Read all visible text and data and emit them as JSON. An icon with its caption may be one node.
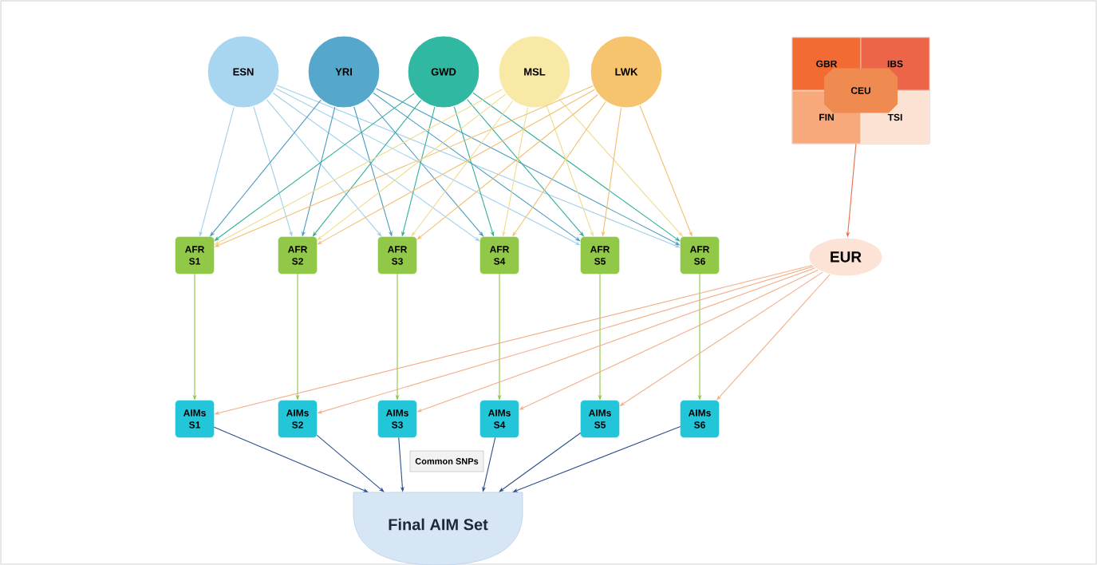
{
  "diagram": {
    "nodes": [
      {
        "text": [
          "ESN"
        ]
      },
      {
        "text": [
          "YRI"
        ]
      },
      {
        "text": [
          "GWD"
        ]
      },
      {
        "text": [
          "MSL"
        ]
      },
      {
        "text": [
          "LWK"
        ]
      },
      {
        "text": [],
        "shape": "box"
      },
      {
        "text": [
          "GBR"
        ],
        "in": 5
      },
      {
        "text": [
          "IBS"
        ],
        "in": 5
      },
      {
        "text": [
          "CEU"
        ],
        "in": 5
      },
      {
        "text": [
          "FIN"
        ],
        "in": 5
      },
      {
        "text": [
          "TSI"
        ],
        "in": 5
      },
      {
        "text": [
          "EUR"
        ]
      },
      {
        "text": [
          "AFR S1"
        ]
      },
      {
        "text": [
          "AFR S2"
        ]
      },
      {
        "text": [
          "AFR S3"
        ]
      },
      {
        "text": [
          "AFR S4"
        ]
      },
      {
        "text": [
          "AFR S5"
        ]
      },
      {
        "text": [
          "AFR S6"
        ]
      },
      {
        "text": [
          "AIMs S1"
        ]
      },
      {
        "text": [
          "AIMs S2"
        ]
      },
      {
        "text": [
          "AIMs S3"
        ]
      },
      {
        "text": [
          "AIMs S4"
        ]
      },
      {
        "text": [
          "AIMs S5"
        ]
      },
      {
        "text": [
          "AIMs S6"
        ]
      },
      {
        "text": [
          "Common SNPs"
        ]
      },
      {
        "text": [
          "Final AIM Set"
        ]
      }
    ],
    "edges": [
      {
        "from": 0,
        "to": 12,
        "arrow": "to",
        "color": "#9fd0ea"
      },
      {
        "from": 0,
        "to": 13,
        "arrow": "to",
        "color": "#9fd0ea"
      },
      {
        "from": 0,
        "to": 14,
        "arrow": "to",
        "color": "#9fd0ea"
      },
      {
        "from": 0,
        "to": 15,
        "arrow": "to",
        "color": "#9fd0ea"
      },
      {
        "from": 0,
        "to": 16,
        "arrow": "to",
        "color": "#9fd0ea"
      },
      {
        "from": 0,
        "to": 17,
        "arrow": "to",
        "color": "#9fd0ea"
      },
      {
        "from": 1,
        "to": 12,
        "arrow": "to",
        "color": "#4a9cc0"
      },
      {
        "from": 1,
        "to": 13,
        "arrow": "to",
        "color": "#4a9cc0"
      },
      {
        "from": 1,
        "to": 14,
        "arrow": "to",
        "color": "#4a9cc0"
      },
      {
        "from": 1,
        "to": 15,
        "arrow": "to",
        "color": "#4a9cc0"
      },
      {
        "from": 1,
        "to": 16,
        "arrow": "to",
        "color": "#4a9cc0"
      },
      {
        "from": 1,
        "to": 17,
        "arrow": "to",
        "color": "#4a9cc0"
      },
      {
        "from": 2,
        "to": 12,
        "arrow": "to",
        "color": "#35ad9c"
      },
      {
        "from": 2,
        "to": 13,
        "arrow": "to",
        "color": "#35ad9c"
      },
      {
        "from": 2,
        "to": 14,
        "arrow": "to",
        "color": "#35ad9c"
      },
      {
        "from": 2,
        "to": 15,
        "arrow": "to",
        "color": "#35ad9c"
      },
      {
        "from": 2,
        "to": 16,
        "arrow": "to",
        "color": "#35ad9c"
      },
      {
        "from": 2,
        "to": 17,
        "arrow": "to",
        "color": "#35ad9c"
      },
      {
        "from": 3,
        "to": 12,
        "arrow": "to",
        "color": "#f0dc8c"
      },
      {
        "from": 3,
        "to": 13,
        "arrow": "to",
        "color": "#f0dc8c"
      },
      {
        "from": 3,
        "to": 14,
        "arrow": "to",
        "color": "#f0dc8c"
      },
      {
        "from": 3,
        "to": 15,
        "arrow": "to",
        "color": "#f0dc8c"
      },
      {
        "from": 3,
        "to": 16,
        "arrow": "to",
        "color": "#f0dc8c"
      },
      {
        "from": 3,
        "to": 17,
        "arrow": "to",
        "color": "#f0dc8c"
      },
      {
        "from": 4,
        "to": 12,
        "arrow": "to",
        "color": "#f0bf6e"
      },
      {
        "from": 4,
        "to": 13,
        "arrow": "to",
        "color": "#f0bf6e"
      },
      {
        "from": 4,
        "to": 14,
        "arrow": "to",
        "color": "#f0bf6e"
      },
      {
        "from": 4,
        "to": 15,
        "arrow": "to",
        "color": "#f0bf6e"
      },
      {
        "from": 4,
        "to": 16,
        "arrow": "to",
        "color": "#f0bf6e"
      },
      {
        "from": 4,
        "to": 17,
        "arrow": "to",
        "color": "#f0bf6e"
      },
      {
        "from": 5,
        "to": 11,
        "arrow": "to",
        "color": "#e8704a"
      },
      {
        "from": 12,
        "to": 18,
        "arrow": "to",
        "color": "#8cc63f"
      },
      {
        "from": 13,
        "to": 19,
        "arrow": "to",
        "color": "#8cc63f"
      },
      {
        "from": 14,
        "to": 20,
        "arrow": "to",
        "color": "#8cc63f"
      },
      {
        "from": 15,
        "to": 21,
        "arrow": "to",
        "color": "#8cc63f"
      },
      {
        "from": 16,
        "to": 22,
        "arrow": "to",
        "color": "#8cc63f"
      },
      {
        "from": 17,
        "to": 23,
        "arrow": "to",
        "color": "#8cc63f"
      },
      {
        "from": 11,
        "to": 18,
        "arrow": "to",
        "color": "#f2b08c"
      },
      {
        "from": 11,
        "to": 19,
        "arrow": "to",
        "color": "#f2b08c"
      },
      {
        "from": 11,
        "to": 20,
        "arrow": "to",
        "color": "#f2b08c"
      },
      {
        "from": 11,
        "to": 21,
        "arrow": "to",
        "color": "#f2b08c"
      },
      {
        "from": 11,
        "to": 22,
        "arrow": "to",
        "color": "#f2b08c"
      },
      {
        "from": 11,
        "to": 23,
        "arrow": "to",
        "color": "#f2b08c"
      },
      {
        "from": 18,
        "to": 25,
        "arrow": "to",
        "color": "#2a4f8a"
      },
      {
        "from": 19,
        "to": 25,
        "arrow": "to",
        "color": "#2a4f8a"
      },
      {
        "from": 20,
        "to": 25,
        "arrow": "to",
        "color": "#2a4f8a"
      },
      {
        "from": 21,
        "to": 25,
        "arrow": "to",
        "color": "#2a4f8a"
      },
      {
        "from": 22,
        "to": 25,
        "arrow": "to",
        "color": "#2a4f8a"
      },
      {
        "from": 23,
        "to": 25,
        "arrow": "to",
        "color": "#2a4f8a"
      }
    ]
  }
}
